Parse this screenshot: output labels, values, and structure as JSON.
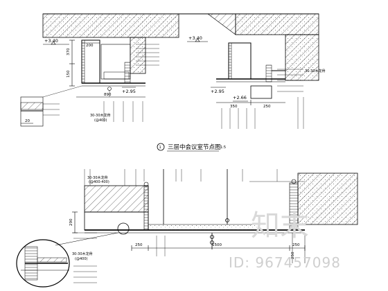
{
  "title": {
    "circle_num": "1",
    "text": "三层中会议室节点图",
    "scale": "1:5"
  },
  "top_left": {
    "level_top": "+3.40",
    "level_mid": "+2.95",
    "dim_top": "200",
    "dim_mid": "370",
    "dim_side": "150",
    "dim_bottom": "890",
    "dim_detail": "20",
    "ann_spec_1": "30-30木龙骨",
    "ann_spec_2": "(@400)"
  },
  "top_right": {
    "level_top": "+3.40",
    "level_1": "+2.95",
    "level_2": "+2.66",
    "dim_a": "350",
    "dim_b": "250",
    "ann_spec": "30-30木龙骨"
  },
  "bottom": {
    "ann_spec_1": "30-30木龙骨",
    "ann_spec_2": "(@400-400)",
    "dim_left": "290",
    "dim_mid": "250",
    "dim_span": "1500",
    "dim_right": "250",
    "dim_right2": "250",
    "detail_spec_1": "30-30木龙骨",
    "detail_spec_2": "(@400)"
  },
  "watermark": {
    "logo": "知末",
    "id": "ID: 967457098"
  }
}
